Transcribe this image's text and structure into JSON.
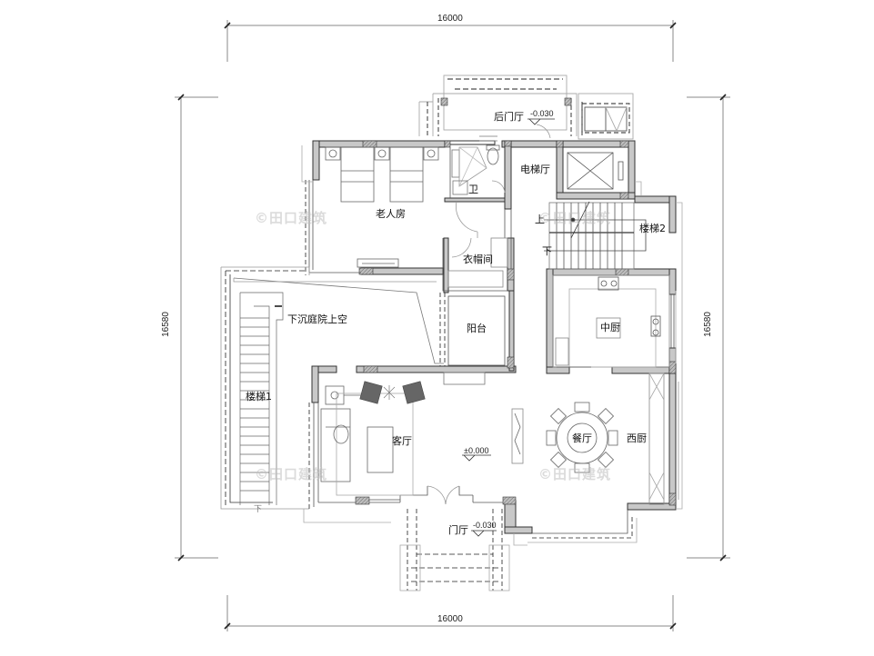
{
  "dimensions": {
    "top_width": "16000",
    "bottom_width": "16000",
    "left_height": "16580",
    "right_height": "16580"
  },
  "rooms": {
    "rear_hall": "后门厅",
    "elevator_hall": "电梯厅",
    "bathroom": "卫",
    "elder_room": "老人房",
    "cloakroom": "衣帽间",
    "stair2": "楼梯2",
    "stair2_up": "上",
    "stair2_down": "下",
    "sunken_courtyard_void": "下沉庭院上空",
    "balcony": "阳台",
    "chinese_kitchen": "中厨",
    "stair1": "楼梯1",
    "stair1_down": "下",
    "living_room": "客厅",
    "dining_room": "餐厅",
    "western_kitchen": "西厨",
    "entry_hall": "门厅"
  },
  "levels": {
    "rear_hall": "-0.030",
    "living_room": "±0.000",
    "entry_hall": "-0.030"
  },
  "watermark": "©田口建筑",
  "colors": {
    "wall_fill": "#c8c8c8",
    "wall_stroke": "#333333",
    "line": "#555555",
    "light_line": "#9a9a9a",
    "dim_line": "#8a8a8a"
  }
}
